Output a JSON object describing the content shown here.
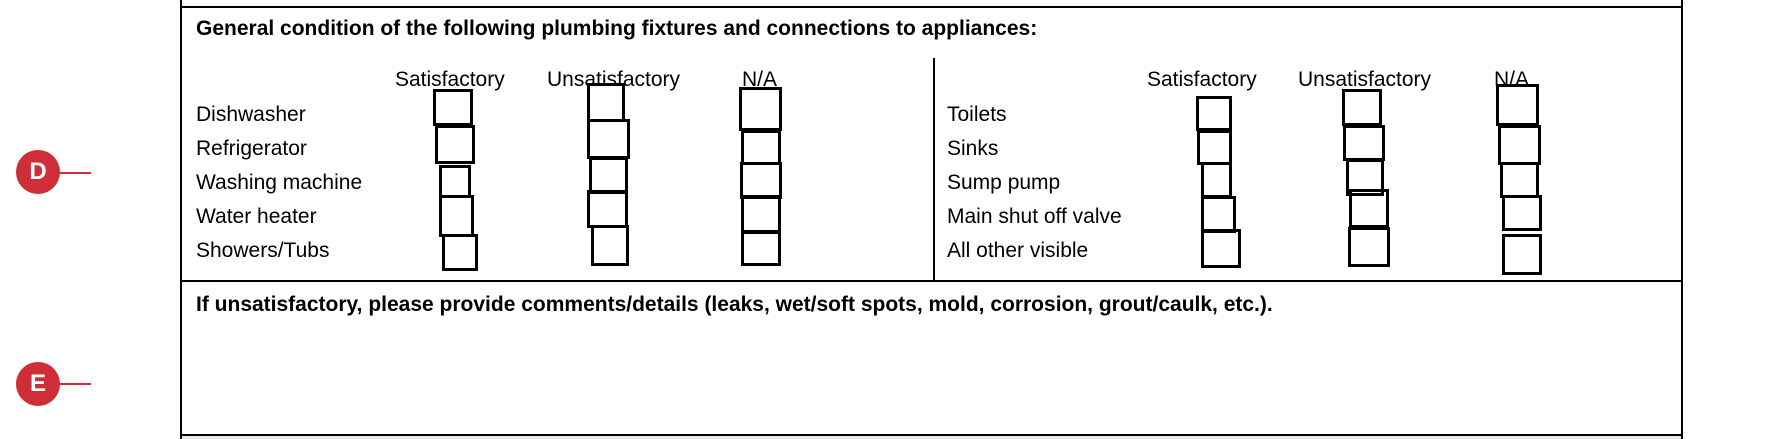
{
  "section_heading": "General condition of the following plumbing fixtures and connections to appliances:",
  "columns": {
    "satisfactory": "Satisfactory",
    "unsatisfactory": "Unsatisfactory",
    "na": "N/A"
  },
  "left_items": [
    "Dishwasher",
    "Refrigerator",
    "Washing machine",
    "Water heater",
    "Showers/Tubs"
  ],
  "right_items": [
    "Toilets",
    "Sinks",
    "Sump pump",
    "Main shut off valve",
    "All other visible"
  ],
  "comments_heading": "If unsatisfactory, please provide comments/details (leaks, wet/soft spots, mold, corrosion, grout/caulk, etc.).",
  "markers": {
    "d": "D",
    "e": "E"
  },
  "colors": {
    "marker": "#cf2e38",
    "border": "#000000"
  }
}
